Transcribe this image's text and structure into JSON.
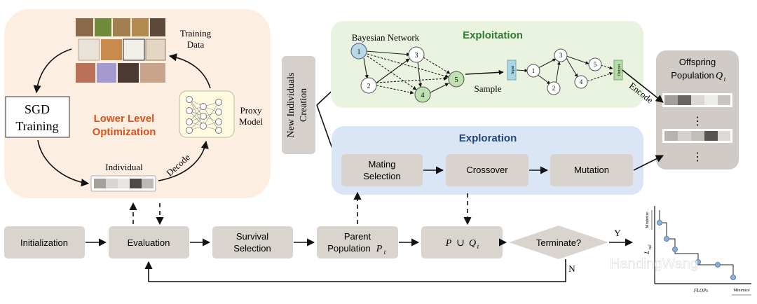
{
  "lower_level": {
    "training_data": [
      "Training",
      "Data"
    ],
    "sgd": [
      "SGD",
      "Training"
    ],
    "title": [
      "Lower Level",
      "Optimization"
    ],
    "proxy": [
      "Proxy",
      "Model"
    ],
    "individual": "Individual",
    "decode": "Decode"
  },
  "new_individuals": [
    "New Individuals",
    "Creation"
  ],
  "exploitation": {
    "title": "Exploitation",
    "bayesian_network": "Bayesian Network",
    "sample": "Sample",
    "input": "Input",
    "output": "Output",
    "nodes_left": [
      "1",
      "2",
      "3",
      "4",
      "5"
    ],
    "nodes_right": [
      "1",
      "2",
      "3",
      "4",
      "5"
    ]
  },
  "exploration": {
    "title": "Exploration",
    "mating": [
      "Mating",
      "Selection"
    ],
    "crossover": "Crossover",
    "mutation": "Mutation"
  },
  "offspring": {
    "title": "Offspring",
    "population": "Population",
    "symbol": "Q",
    "sub": "t",
    "encode": "Encode",
    "dots": "⋮"
  },
  "pipeline": {
    "initialization": "Initialization",
    "evaluation": "Evaluation",
    "survival": [
      "Survival",
      "Selection"
    ],
    "parent": [
      "Parent",
      "Population"
    ],
    "parent_symbol": "P",
    "parent_sub": "t",
    "union_p": "P",
    "union_op": "∪",
    "union_q": "Q",
    "union_sub": "t",
    "terminate": "Terminate?",
    "yes": "Y",
    "no": "N"
  },
  "pareto": {
    "ylabel": "L",
    "ylabel_sub": "val",
    "xlabel": "FLOPs",
    "minimize": "Minimize"
  },
  "watermark": "HandingWang",
  "colors": {
    "lower_panel": "#fdeee2",
    "exploit_panel": "#e9f3df",
    "explore_panel": "#dae6f5",
    "gray_box": "#dad4cf",
    "offspring_panel": "#d0cbc6",
    "accent_red": "#d9531e",
    "accent_green": "#2f7d2f",
    "accent_blue": "#24457a",
    "node_blue": "#b9d8ea",
    "node_green": "#bfe0b0"
  }
}
